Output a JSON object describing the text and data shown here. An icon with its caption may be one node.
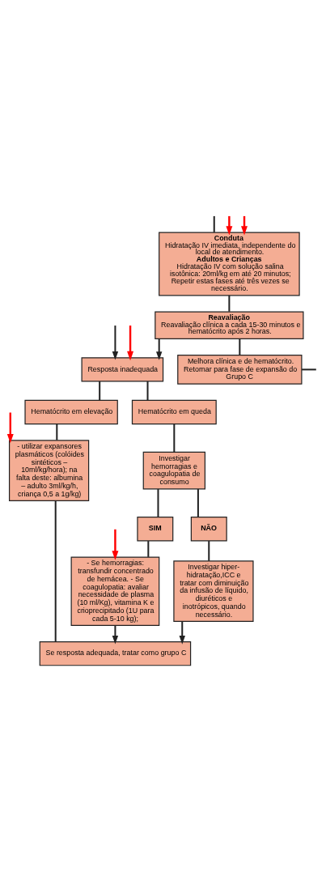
{
  "diagram": {
    "nodes": [
      {
        "text": [
          "Conduta",
          "Hidratação IV imediata, independente do local de atendimento.",
          "Adultos e Crianças",
          "Hidratação IV com solução salina isotônica: 20ml/kg em até 20 minutos; Repetir estas fases até três vezes se necessário."
        ]
      },
      {
        "text": [
          "Reavaliação",
          "Reavaliação clínica a cada 15-30 minutos e hematócrito após 2 horas."
        ]
      },
      {
        "text": [
          "Melhora clínica e de hematócrito. Retornar para fase de expansão do Grupo C"
        ]
      },
      {
        "text": [
          "Resposta inadequada"
        ]
      },
      {
        "text": [
          "Hematócrito em elevação"
        ]
      },
      {
        "text": [
          "Hematócrito em queda"
        ]
      },
      {
        "text": [
          "- utilizar expansores plasmáticos (colóides sintéticos – 10ml/kg/hora); na falta deste: albumina – adulto 3ml/kg/h, criança 0,5 a 1g/kg)"
        ]
      },
      {
        "text": [
          "Investigar hemorragias e coagulopatia de consumo"
        ]
      },
      {
        "text": [
          "NÃO"
        ]
      },
      {
        "text": [
          "SIM"
        ]
      },
      {
        "text": [
          "Investigar hiper-hidratação,ICC e tratar com diminuição da infusão de líquido, diuréticos e inotrópicos, quando necessário."
        ]
      },
      {
        "text": [
          "- Se hemorragias: transfundir concentrado de hemácea. - Se coagulopatia: avaliar necessidade de plasma (10 ml/Kg), vitamina K e crioprecipitado (1U para cada 5-10 kg);"
        ]
      },
      {
        "text": [
          "Se resposta adequada, tratar como grupo C"
        ]
      }
    ],
    "edges": [
      {
        "from": null,
        "to": 0,
        "arrow": "none"
      },
      {
        "from": null,
        "to": 0,
        "arrow": "to",
        "color": "#ff0000"
      },
      {
        "from": null,
        "to": 0,
        "arrow": "to",
        "color": "#ff0000"
      },
      {
        "from": 0,
        "to": 1,
        "arrow": "none"
      },
      {
        "from": 1,
        "to": 2,
        "arrow": "none"
      },
      {
        "from": 1,
        "to": 3,
        "arrow": "to"
      },
      {
        "from": 2,
        "to": null,
        "arrow": "none"
      },
      {
        "from": null,
        "to": 3,
        "arrow": "to"
      },
      {
        "from": null,
        "to": 3,
        "arrow": "to",
        "color": "#ff0000"
      },
      {
        "from": 3,
        "to": 4,
        "arrow": "none"
      },
      {
        "from": 3,
        "to": 5,
        "arrow": "none"
      },
      {
        "from": 4,
        "to": 6,
        "arrow": "none"
      },
      {
        "from": 5,
        "to": 7,
        "arrow": "none"
      },
      {
        "from": null,
        "to": 6,
        "arrow": "to",
        "color": "#ff0000"
      },
      {
        "from": 7,
        "to": 8,
        "arrow": "none"
      },
      {
        "from": 7,
        "to": 9,
        "arrow": "none"
      },
      {
        "from": 8,
        "to": 10,
        "arrow": "none"
      },
      {
        "from": 9,
        "to": 11,
        "arrow": "none"
      },
      {
        "from": null,
        "to": 11,
        "arrow": "to",
        "color": "#ff0000"
      },
      {
        "from": 6,
        "to": 12,
        "arrow": "none"
      },
      {
        "from": 10,
        "to": 12,
        "arrow": "to"
      },
      {
        "from": 11,
        "to": 12,
        "arrow": "to"
      }
    ]
  }
}
